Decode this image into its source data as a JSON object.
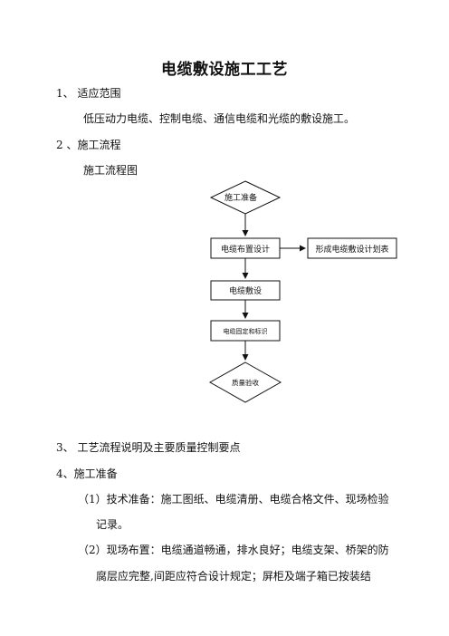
{
  "document": {
    "title": "电缆敷设施工工艺",
    "s1_heading": "1、  适应范围",
    "s1_body": "低压动力电缆、控制电缆、通信电缆和光缆的敷设施工。",
    "s2_heading": "2 、施工流程",
    "s2_sub": "施工流程图",
    "s3_heading": "3、  工艺流程说明及主要质量控制要点",
    "s4_heading": "4、施工准备",
    "item1_line1": "（1）技术准备：施工图纸、电缆清册、电缆合格文件、现场检验",
    "item1_line2": "记录。",
    "item2_line1": "（2）现场布置：电缆通道畅通，排水良好；电缆支架、桥架的防",
    "item2_line2": "腐层应完整,间距应符合设计规定；屏柜及端子箱已按装结"
  },
  "flowchart": {
    "start": "施工准备",
    "step1": "电缆布置设计",
    "side": "形成电缆敷设计划表",
    "step2": "电缆敷设",
    "step3": "电缆固定和标识",
    "end": "质量验收"
  }
}
